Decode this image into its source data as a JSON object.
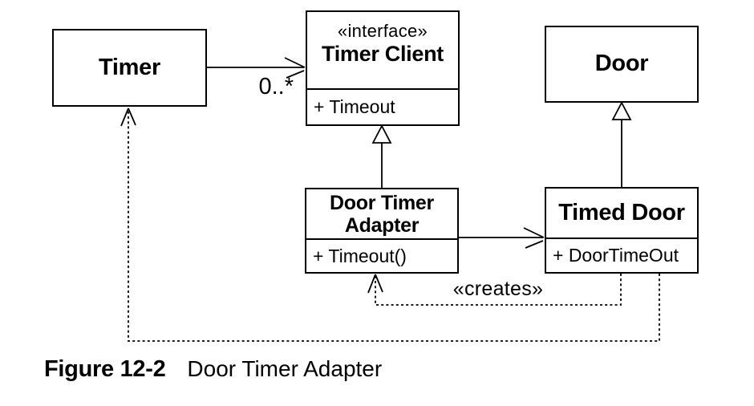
{
  "figure": {
    "caption_label": "Figure 12-2",
    "caption_title": "Door Timer Adapter"
  },
  "classes": {
    "timer": {
      "name": "Timer"
    },
    "timer_client": {
      "stereotype": "«interface»",
      "name": "Timer Client",
      "methods": [
        "+ Timeout"
      ]
    },
    "door": {
      "name": "Door"
    },
    "door_timer_adapter": {
      "name_line1": "Door Timer",
      "name_line2": "Adapter",
      "methods": [
        "+ Timeout()"
      ]
    },
    "timed_door": {
      "name": "Timed Door",
      "methods": [
        "+ DoorTimeOut"
      ]
    }
  },
  "labels": {
    "multiplicity": "0..*",
    "creates": "«creates»"
  },
  "relationships": [
    {
      "type": "association",
      "from": "Timer",
      "to": "Timer Client",
      "multiplicity": "0..*"
    },
    {
      "type": "generalization",
      "from": "Door Timer Adapter",
      "to": "Timer Client"
    },
    {
      "type": "generalization",
      "from": "Timed Door",
      "to": "Door"
    },
    {
      "type": "association",
      "from": "Door Timer Adapter",
      "to": "Timed Door"
    },
    {
      "type": "dependency",
      "from": "Timed Door",
      "to": "Door Timer Adapter",
      "stereotype": "«creates»"
    },
    {
      "type": "dependency",
      "from": "Timed Door",
      "to": "Timer"
    }
  ],
  "colors": {
    "line": "#000000",
    "box_fill": "#ffffff",
    "background": "#ffffff",
    "text": "#000000"
  }
}
